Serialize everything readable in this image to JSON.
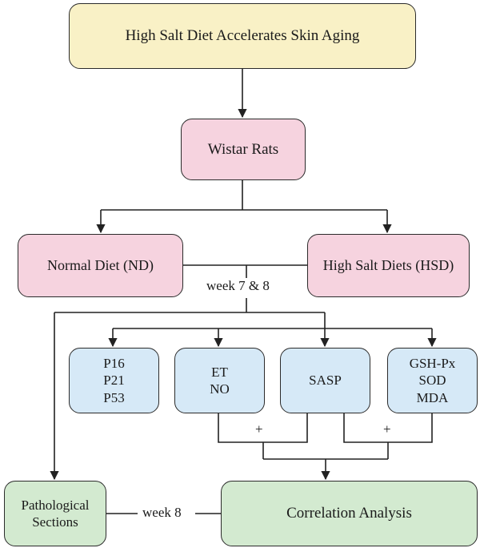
{
  "title_box": "High Salt Diet Accelerates Skin Aging",
  "subjects_box": "Wistar Rats",
  "groups": {
    "normal": "Normal Diet (ND)",
    "high_salt": "High Salt Diets (HSD)"
  },
  "timepoint_label": "week 7 & 8",
  "markers": [
    {
      "lines": [
        "P16",
        "P21",
        "P53"
      ]
    },
    {
      "lines": [
        "ET",
        "NO"
      ]
    },
    {
      "lines": [
        "SASP"
      ]
    },
    {
      "lines": [
        "GSH-Px",
        "SOD",
        "MDA"
      ]
    }
  ],
  "plus_left": "+",
  "plus_right": "+",
  "pathology_box": [
    "Pathological",
    "Sections"
  ],
  "week8_label": "week 8",
  "analysis_box": "Correlation Analysis",
  "colors": {
    "title": "#f9f1c6",
    "subjects": "#f6d3df",
    "markers": "#d6e9f7",
    "outcomes": "#d3ead0"
  }
}
